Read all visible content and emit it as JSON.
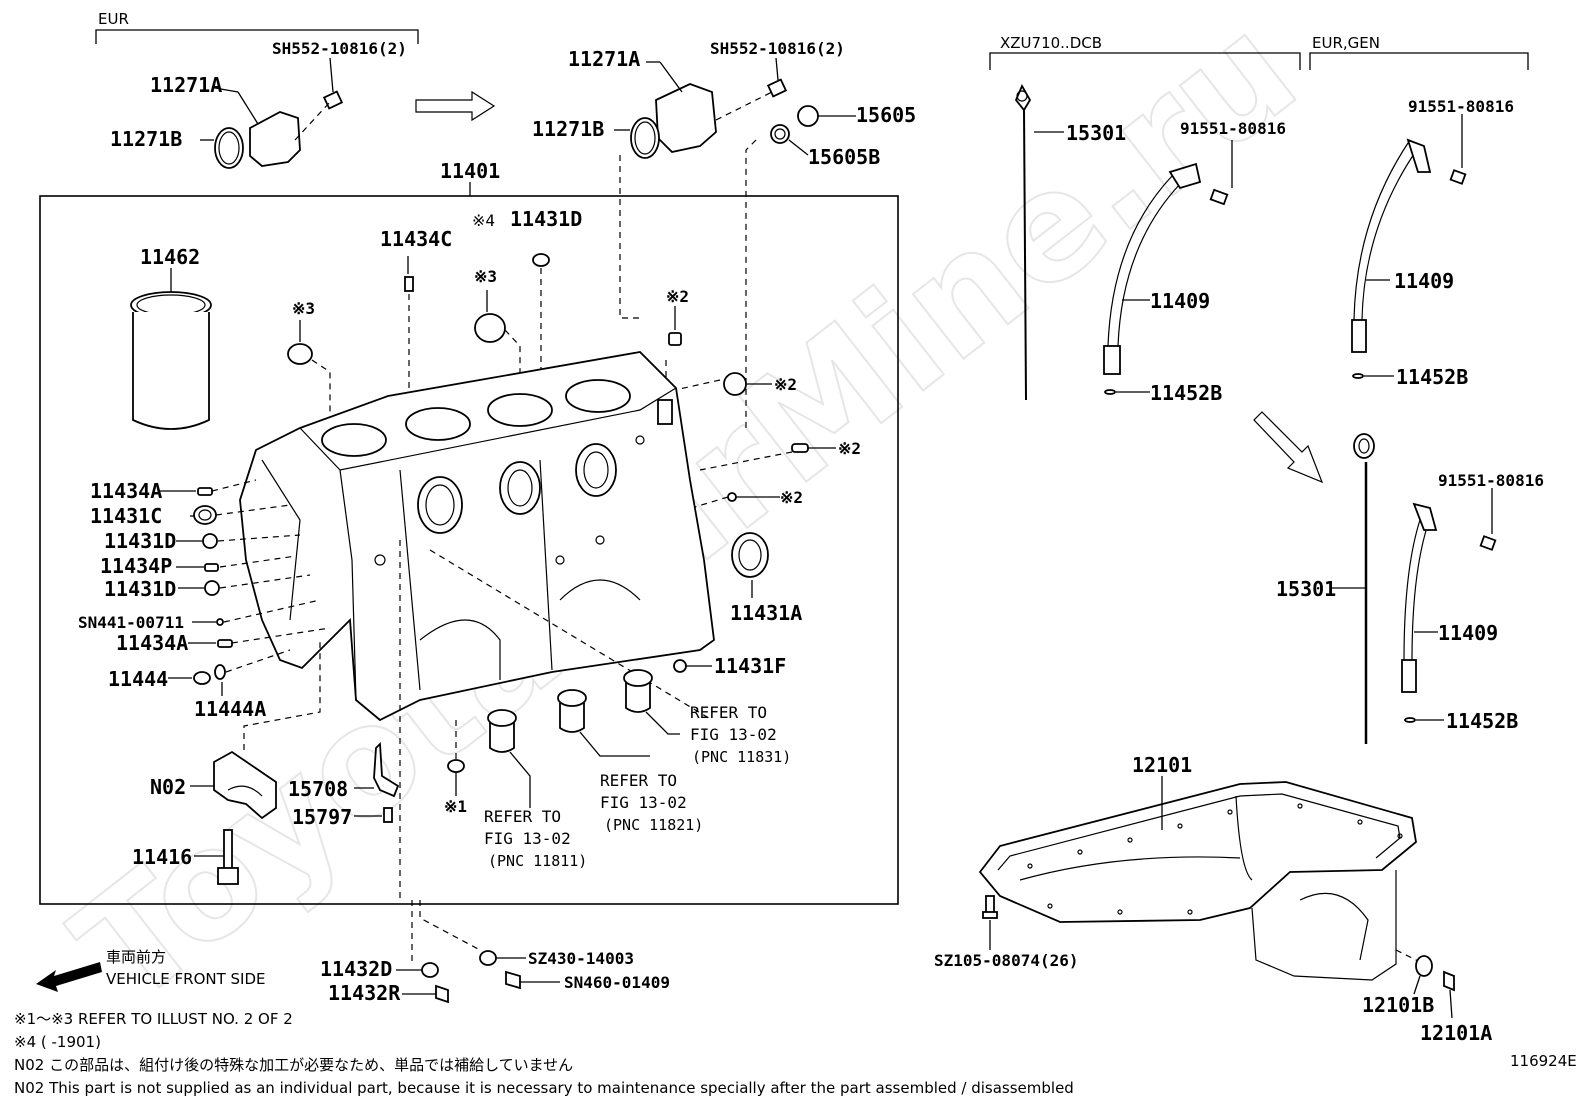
{
  "watermark": "ToyotaCarMine.ru",
  "brackets": {
    "eur_top": "EUR",
    "xzu": "XZU710..DCB",
    "eur_gen": "EUR,GEN"
  },
  "labels": {
    "l11271A_a": "11271A",
    "l11271B_a": "11271B",
    "lSH552_a": "SH552-10816(2)",
    "l11271A_b": "11271A",
    "l11271B_b": "11271B",
    "lSH552_b": "SH552-10816(2)",
    "l15605": "15605",
    "l15605B": "15605B",
    "l11401": "11401",
    "l11462": "11462",
    "l11434C": "11434C",
    "l11431D_top_mark": "※4",
    "l11431D_top": "11431D",
    "m3a": "※3",
    "m3b": "※3",
    "m2a": "※2",
    "m2b": "※2",
    "m2c": "※2",
    "m2d": "※2",
    "m1": "※1",
    "l11434A_a": "11434A",
    "l11431C": "11431C",
    "l11431D_a": "11431D",
    "l11434P": "11434P",
    "l11431D_b": "11431D",
    "lSN441": "SN441-00711",
    "l11434A_b": "11434A",
    "l11444": "11444",
    "l11444A": "11444A",
    "l11431A": "11431A",
    "l11431F": "11431F",
    "lN02": "N02",
    "l15708": "15708",
    "l15797": "15797",
    "l11416": "11416",
    "ref1_a": "REFER TO",
    "ref1_b": "FIG 13-02",
    "ref1_c": "(PNC 11831)",
    "ref2_a": "REFER TO",
    "ref2_b": "FIG 13-02",
    "ref2_c": "(PNC 11821)",
    "ref3_a": "REFER TO",
    "ref3_b": "FIG 13-02",
    "ref3_c": "(PNC 11811)",
    "l11432D": "11432D",
    "l11432R": "11432R",
    "lSZ430": "SZ430-14003",
    "lSN460": "SN460-01409",
    "l15301_a": "15301",
    "l91551_a": "91551-80816",
    "l11409_a": "11409",
    "l11452B_a": "11452B",
    "l91551_b": "91551-80816",
    "l11409_b": "11409",
    "l11452B_b": "11452B",
    "l15301_b": "15301",
    "l91551_c": "91551-80816",
    "l11409_c": "11409",
    "l11452B_c": "11452B",
    "l12101": "12101",
    "lSZ105": "SZ105-08074(26)",
    "l12101B": "12101B",
    "l12101A": "12101A"
  },
  "front": {
    "jp": "車両前方",
    "en": "VEHICLE FRONT SIDE"
  },
  "notes": {
    "n1": "※1～※3  REFER TO ILLUST NO. 2 OF 2",
    "n2": "※4 (      -1901)",
    "n3": "N02  この部品は、組付け後の特殊な加工が必要なため、単品では補給していません",
    "n4": "N02  This part is not supplied as an individual part, because it is necessary to maintenance specially after the part assembled / disassembled"
  },
  "illust_no": "116924E"
}
